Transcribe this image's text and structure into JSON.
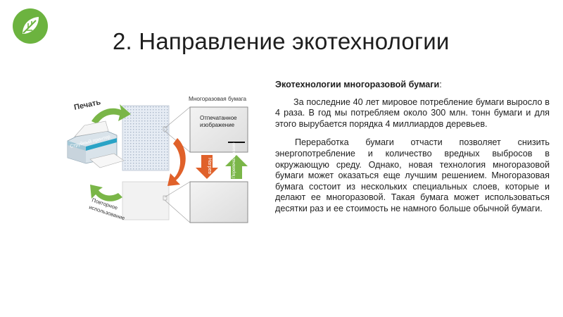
{
  "slide": {
    "title": "2. Направление экотехнологии"
  },
  "figure": {
    "label_reusable_paper": "Многоразовая бумага",
    "label_print": "Печать",
    "label_inkjet_printer": "Струйный принтер",
    "label_printed_image_1": "Отпечатанное",
    "label_printed_image_2": "изображение",
    "label_heating": "Нагрев",
    "label_overprinting": "Перепечатывание",
    "label_reuse_1": "Повторное",
    "label_reuse_2": "использование",
    "colors": {
      "green_arrow": "#7ab648",
      "orange_arrow": "#e0612a",
      "teal_printer": "#2aa3c6",
      "logo_green": "#6cb33f"
    }
  },
  "content": {
    "subhead": "Экотехнологии многоразовой бумаги",
    "subhead_colon": ":",
    "paragraph_1": "За последние 40 лет мировое потребление бумаги выросло в 4 раза. В год мы потребляем около 300 млн. тонн бумаги и для этого вырубается порядка 4 миллиардов деревьев.",
    "paragraph_2": "Переработка бумаги отчасти позволяет снизить энергопотребление и количество вредных выбросов в окружающую среду. Однако, новая технология многоразовой бумаги может оказаться еще лучшим решением. Многоразовая бумага состоит из нескольких специальных слоев, которые и делают ее многоразовой. Такая бумага может использоваться десятки раз и ее стоимость не намного больше обычной бумаги."
  }
}
